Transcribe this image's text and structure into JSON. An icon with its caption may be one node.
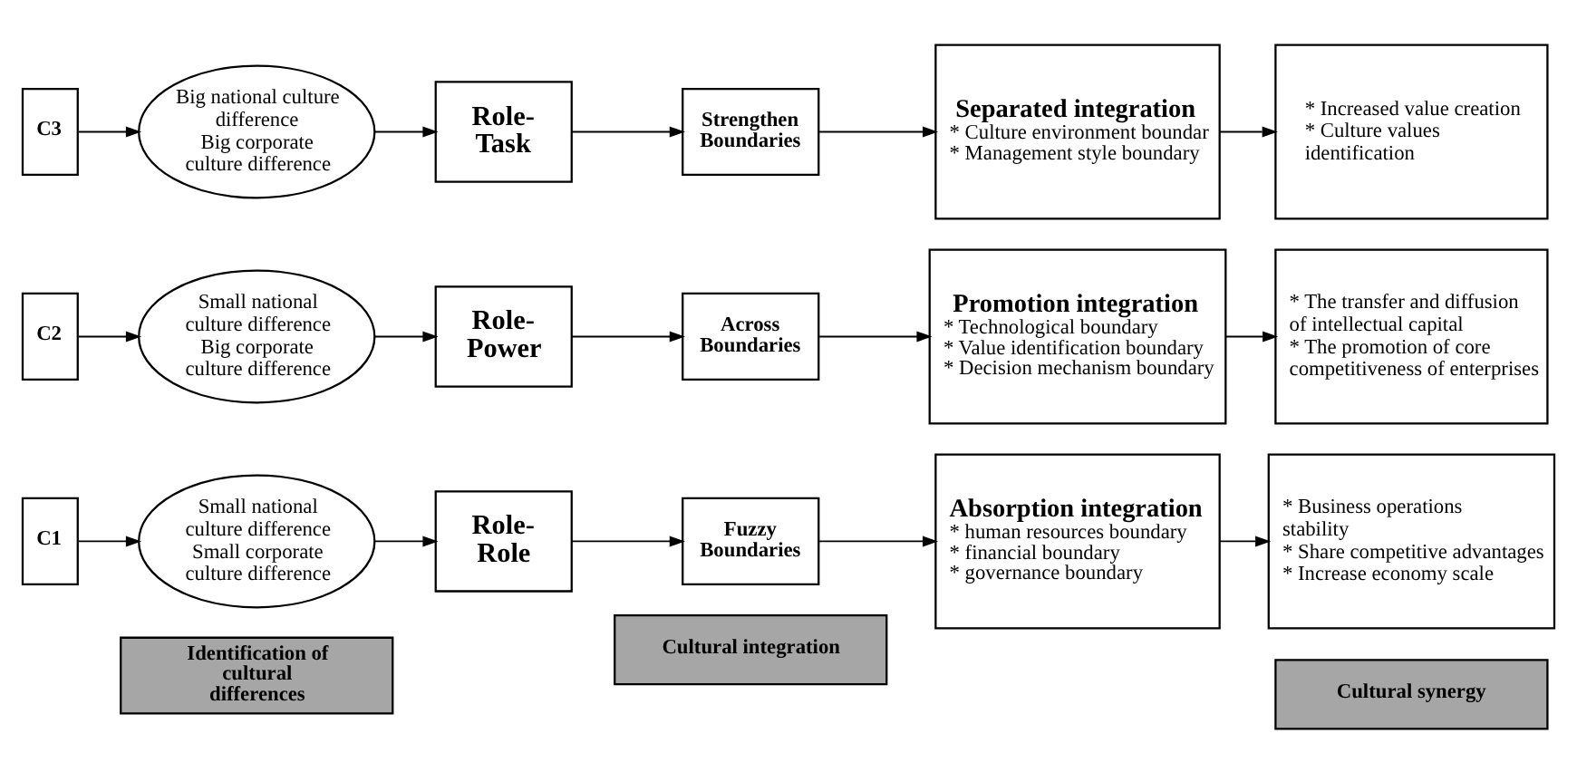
{
  "diagram": {
    "nodes": [
      {
        "text": [
          "Identification of cultural differences"
        ]
      },
      {
        "text": [
          "Cultural integration"
        ]
      },
      {
        "text": [
          "Cultural synergy"
        ]
      },
      {
        "text": [
          "C1"
        ]
      },
      {
        "text": [
          "Small national culture difference",
          "Small corporate culture difference"
        ]
      },
      {
        "text": [
          "Role- Role"
        ]
      },
      {
        "text": [
          "Fuzzy Boundaries"
        ]
      },
      {
        "text": [
          "Absorption integration",
          "* human resources boundary",
          "* financial boundary",
          "* governance boundary"
        ]
      },
      {
        "text": [
          "* Business operations stability",
          "* Share competitive advantages",
          "* Increase economy scale"
        ]
      },
      {
        "text": [
          "C2"
        ]
      },
      {
        "text": [
          "Small national culture difference",
          "Big corporate culture difference"
        ]
      },
      {
        "text": [
          "Role- Power"
        ]
      },
      {
        "text": [
          "Across Boundaries"
        ]
      },
      {
        "text": [
          "Promotion integration",
          "* Technological boundary",
          "* Value identification boundary",
          "* Decision mechanism boundary"
        ]
      },
      {
        "text": [
          "* The transfer and diffusion of intellectual capital",
          "* The promotion of core competitiveness of enterprises"
        ]
      },
      {
        "text": [
          "C3"
        ]
      },
      {
        "text": [
          "Big national culture difference",
          "Big corporate culture difference"
        ]
      },
      {
        "text": [
          "Role- Task"
        ]
      },
      {
        "text": [
          "Strengthen Boundaries"
        ]
      },
      {
        "text": [
          "Separated integration",
          "* Culture environment boundar",
          "* Management style boundary"
        ]
      },
      {
        "text": [
          "* Increased value creation",
          "* Culture values identification"
        ]
      }
    ],
    "edges": [
      {
        "from": 3,
        "to": 4,
        "arrow": "to"
      },
      {
        "from": 4,
        "to": 5,
        "arrow": "to"
      },
      {
        "from": 5,
        "to": 6,
        "arrow": "to"
      },
      {
        "from": 6,
        "to": 7,
        "arrow": "to"
      },
      {
        "from": 7,
        "to": 8,
        "arrow": "to"
      },
      {
        "from": 9,
        "to": 10,
        "arrow": "to"
      },
      {
        "from": 10,
        "to": 11,
        "arrow": "to"
      },
      {
        "from": 11,
        "to": 12,
        "arrow": "to"
      },
      {
        "from": 12,
        "to": 13,
        "arrow": "to"
      },
      {
        "from": 13,
        "to": 14,
        "arrow": "to"
      },
      {
        "from": 15,
        "to": 16,
        "arrow": "to"
      },
      {
        "from": 16,
        "to": 17,
        "arrow": "to"
      },
      {
        "from": 17,
        "to": 18,
        "arrow": "to"
      },
      {
        "from": 18,
        "to": 19,
        "arrow": "to"
      },
      {
        "from": 19,
        "to": 20,
        "arrow": "to"
      }
    ]
  }
}
